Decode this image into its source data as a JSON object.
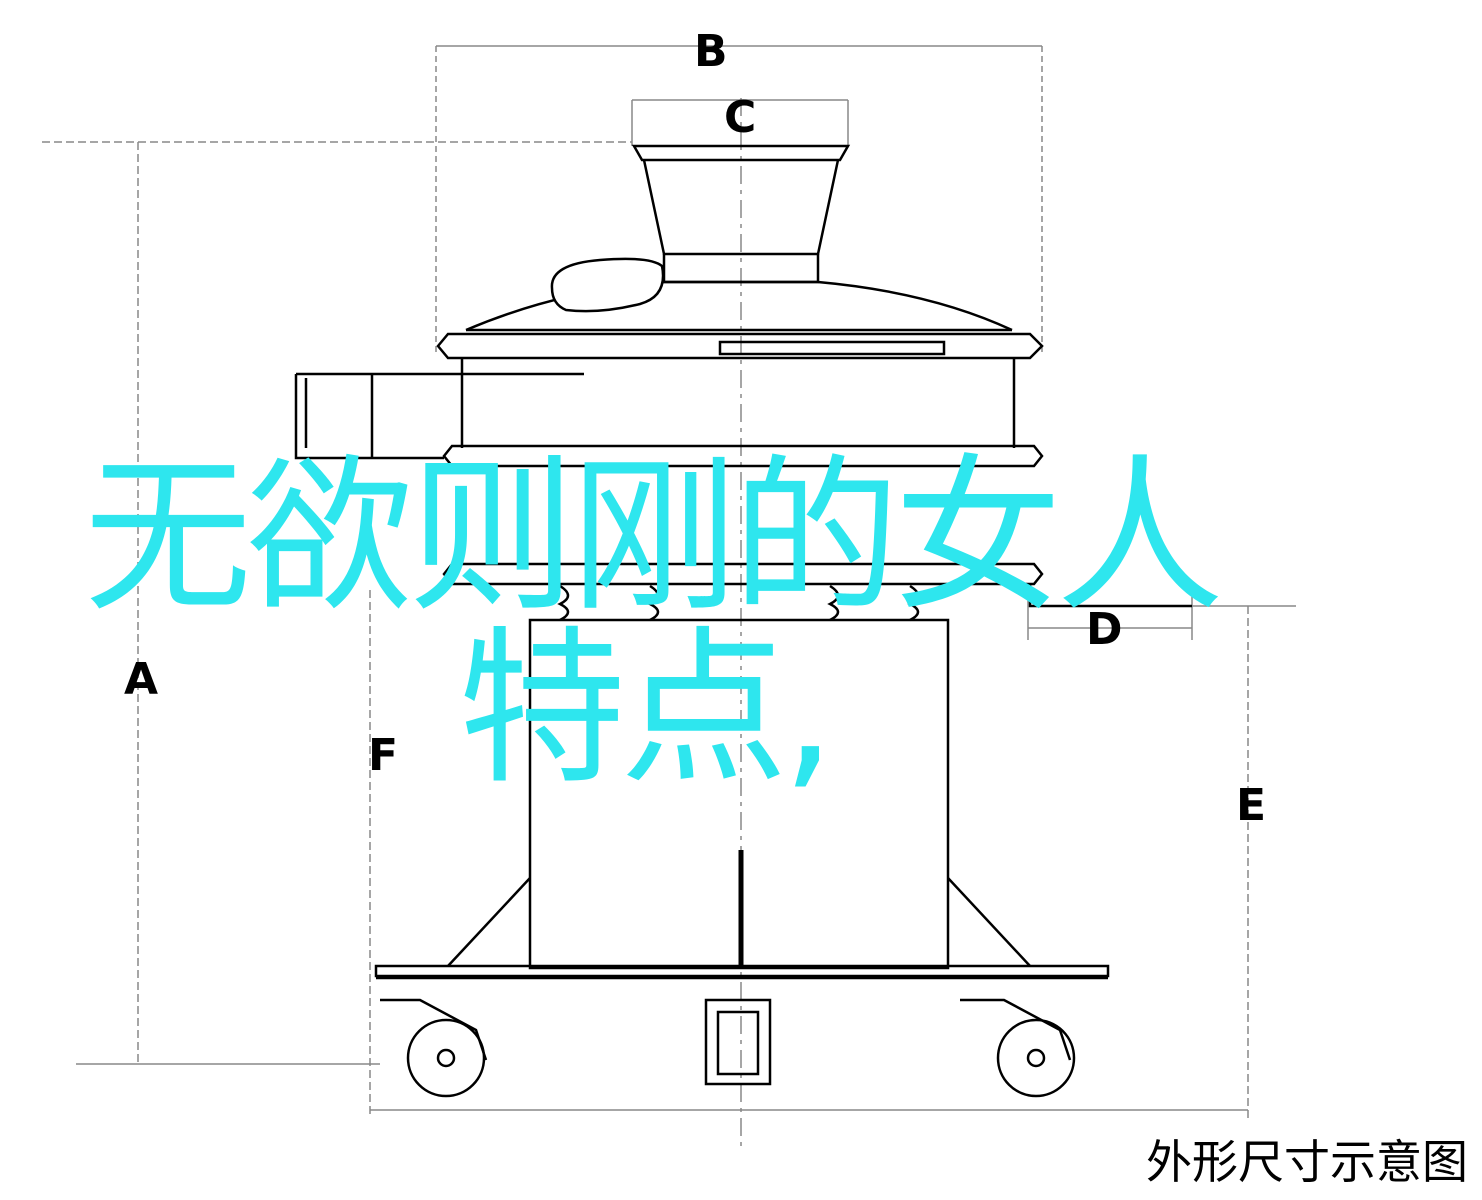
{
  "dimension_labels": {
    "a": "A",
    "b": "B",
    "c": "C",
    "d": "D",
    "e": "E",
    "f": "F"
  },
  "overlay_title": {
    "line1": "无欲则刚的女人",
    "line2": "特点,"
  },
  "caption": "外形尺寸示意图",
  "colors": {
    "overlay": "#2ee6ee",
    "lines": "#000000",
    "dimension_lines": "#808080"
  }
}
